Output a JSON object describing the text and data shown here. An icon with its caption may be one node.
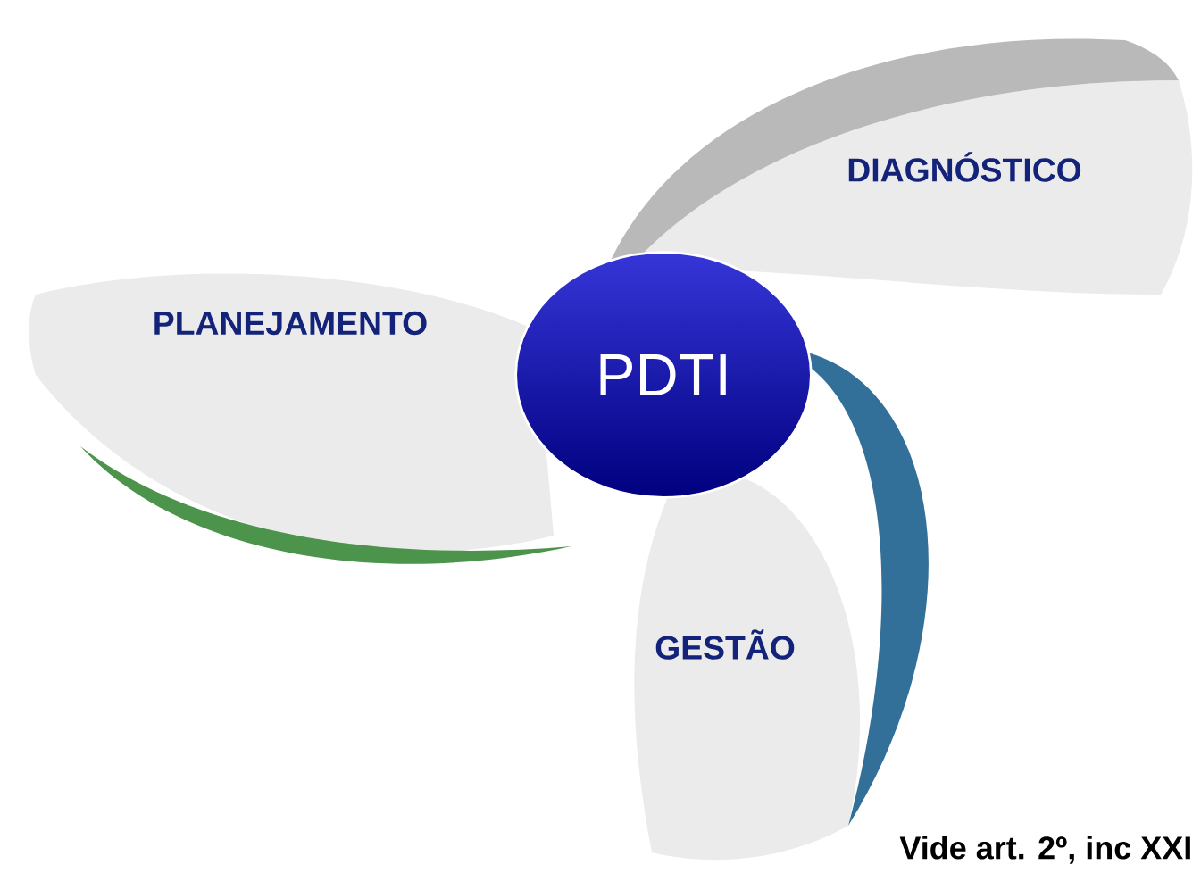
{
  "diagram": {
    "nodes": [
      {
        "text": [
          "PDTI"
        ]
      },
      {
        "text": [
          "DIAGNÓSTICO"
        ]
      },
      {
        "text": [
          "PLANEJAMENTO"
        ]
      },
      {
        "text": [
          "GESTÃO"
        ]
      }
    ],
    "labels": [
      "Vide art. 2º, inc XXI"
    ]
  }
}
